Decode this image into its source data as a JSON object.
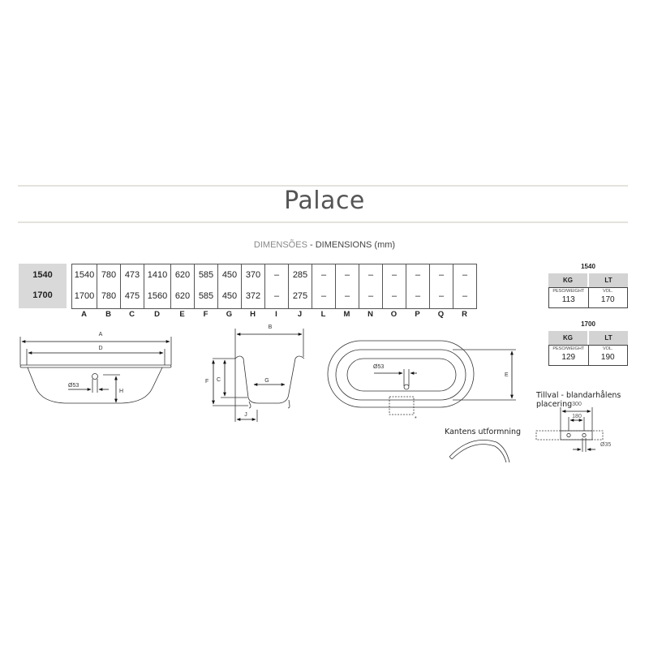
{
  "header": {
    "title": "Palace",
    "subtitle_pt": "DIMENSÕES",
    "subtitle_sep": " - ",
    "subtitle_en": "DIMENSIONS (mm)"
  },
  "models": [
    "1540",
    "1700"
  ],
  "dimensions_table": {
    "columns": [
      "A",
      "B",
      "C",
      "D",
      "E",
      "F",
      "G",
      "H",
      "I",
      "J",
      "L",
      "M",
      "N",
      "O",
      "P",
      "Q",
      "R"
    ],
    "rows": [
      {
        "model": "1540",
        "values": [
          "1540",
          "780",
          "473",
          "1410",
          "620",
          "585",
          "450",
          "370",
          "–",
          "285",
          "–",
          "–",
          "–",
          "–",
          "–",
          "–",
          "–"
        ]
      },
      {
        "model": "1700",
        "values": [
          "1700",
          "780",
          "475",
          "1560",
          "620",
          "585",
          "450",
          "372",
          "–",
          "275",
          "–",
          "–",
          "–",
          "–",
          "–",
          "–",
          "–"
        ]
      }
    ]
  },
  "weight_volume": [
    {
      "model": "1540",
      "kg_header": "KG",
      "lt_header": "LT",
      "weight_label": "PESO/WEIGHT",
      "weight": "113",
      "volume_label": "VOL.",
      "volume": "170"
    },
    {
      "model": "1700",
      "kg_header": "KG",
      "lt_header": "LT",
      "weight_label": "PESO/WEIGHT",
      "weight": "129",
      "volume_label": "VOL.",
      "volume": "190"
    }
  ],
  "drawings": {
    "side_view": {
      "label_a": "A",
      "label_d": "D",
      "label_h": "H",
      "drain_diameter": "Ø53"
    },
    "end_view": {
      "label_b": "B",
      "label_c": "C",
      "label_f": "F",
      "label_g": "G",
      "label_j": "J"
    },
    "top_view": {
      "label_e": "E",
      "drain_diameter": "Ø53",
      "asterisk": "*"
    },
    "edge_profile": {
      "caption": "Kantens utformning"
    },
    "mixer_holes": {
      "caption": "Tillval - blandarhålens placering",
      "width_outer": "300",
      "width_inner": "180",
      "hole_diameter": "Ø35"
    }
  }
}
